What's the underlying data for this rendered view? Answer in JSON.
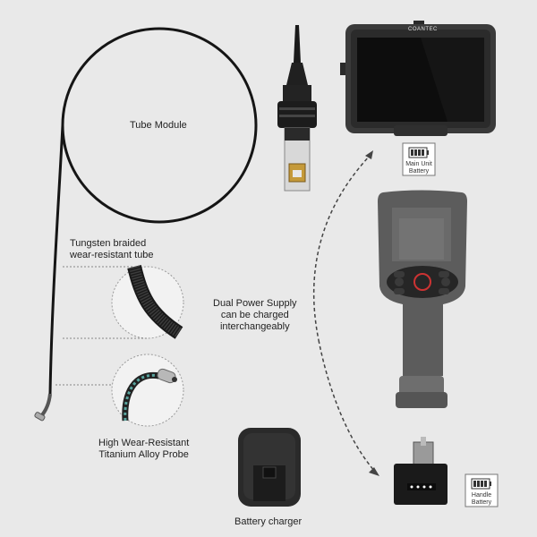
{
  "tube": {
    "title": "Tube Module",
    "braided_line1": "Tungsten braided",
    "braided_line2": "wear-resistant tube",
    "probe_line1": "High Wear-Resistant",
    "probe_line2": "Titanium Alloy Probe"
  },
  "power": {
    "line1": "Dual Power Supply",
    "line2": "can be charged",
    "line3": "interchangeably"
  },
  "monitor": {
    "brand": "COANTEC"
  },
  "main_battery": {
    "line1": "Main Unit",
    "line2": "Battery"
  },
  "handle_battery": {
    "line1": "Handle",
    "line2": "Battery"
  },
  "charger": {
    "label": "Battery charger"
  }
}
